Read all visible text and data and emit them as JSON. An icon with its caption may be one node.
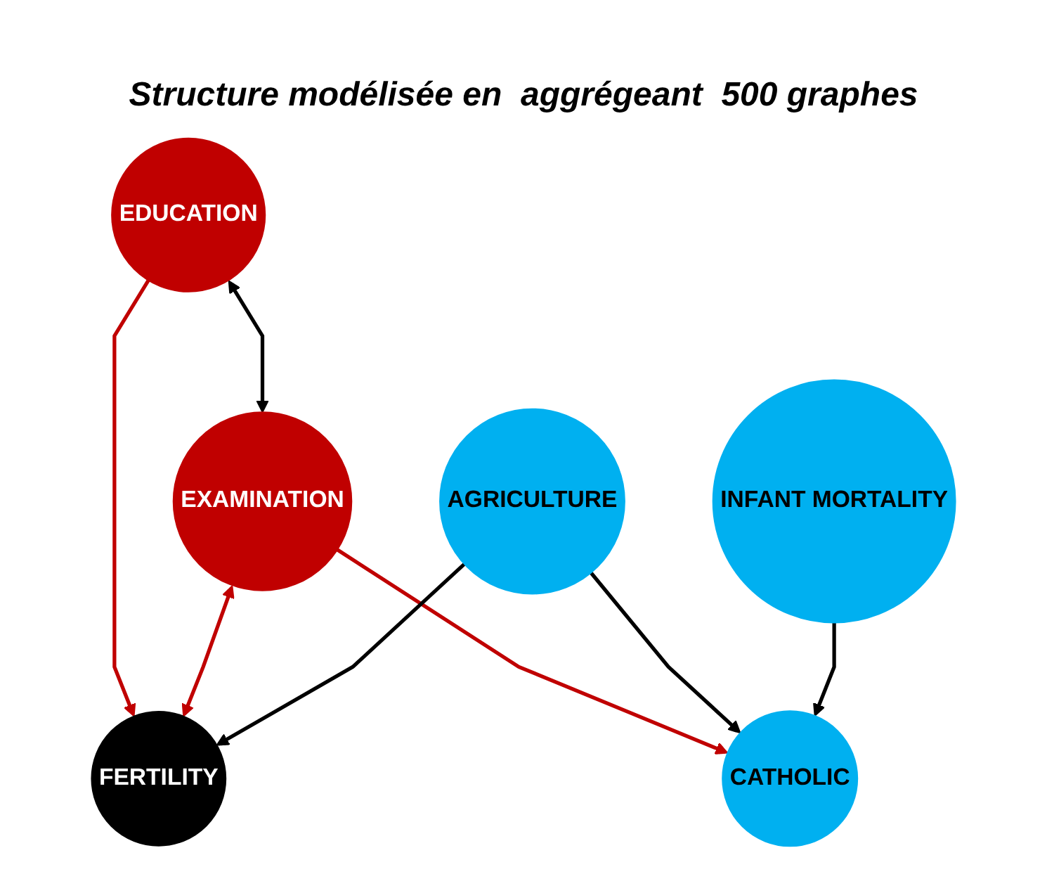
{
  "diagram": {
    "title": "Structure modélisée en  aggrégeant  500 graphes",
    "nodes": [
      {
        "text": [
          "EDUCATION"
        ]
      },
      {
        "text": [
          "FERTILITY"
        ]
      },
      {
        "text": [
          "EXAMINATION"
        ]
      },
      {
        "text": [
          "CATHOLIC"
        ]
      },
      {
        "text": [
          "AGRICULTURE"
        ]
      },
      {
        "text": [
          "INFANT MORTALITY"
        ]
      }
    ],
    "edges": [
      {
        "from": 0,
        "to": 1,
        "arrow": "to",
        "color": "#c00000"
      },
      {
        "from": 0,
        "to": 2,
        "arrow": "both"
      },
      {
        "from": 2,
        "to": 1,
        "arrow": "both",
        "color": "#c00000"
      },
      {
        "from": 2,
        "to": 3,
        "arrow": "to",
        "color": "#c00000"
      },
      {
        "from": 4,
        "to": 1,
        "arrow": "to"
      },
      {
        "from": 4,
        "to": 3,
        "arrow": "to"
      },
      {
        "from": 5,
        "to": 3,
        "arrow": "to"
      }
    ]
  }
}
